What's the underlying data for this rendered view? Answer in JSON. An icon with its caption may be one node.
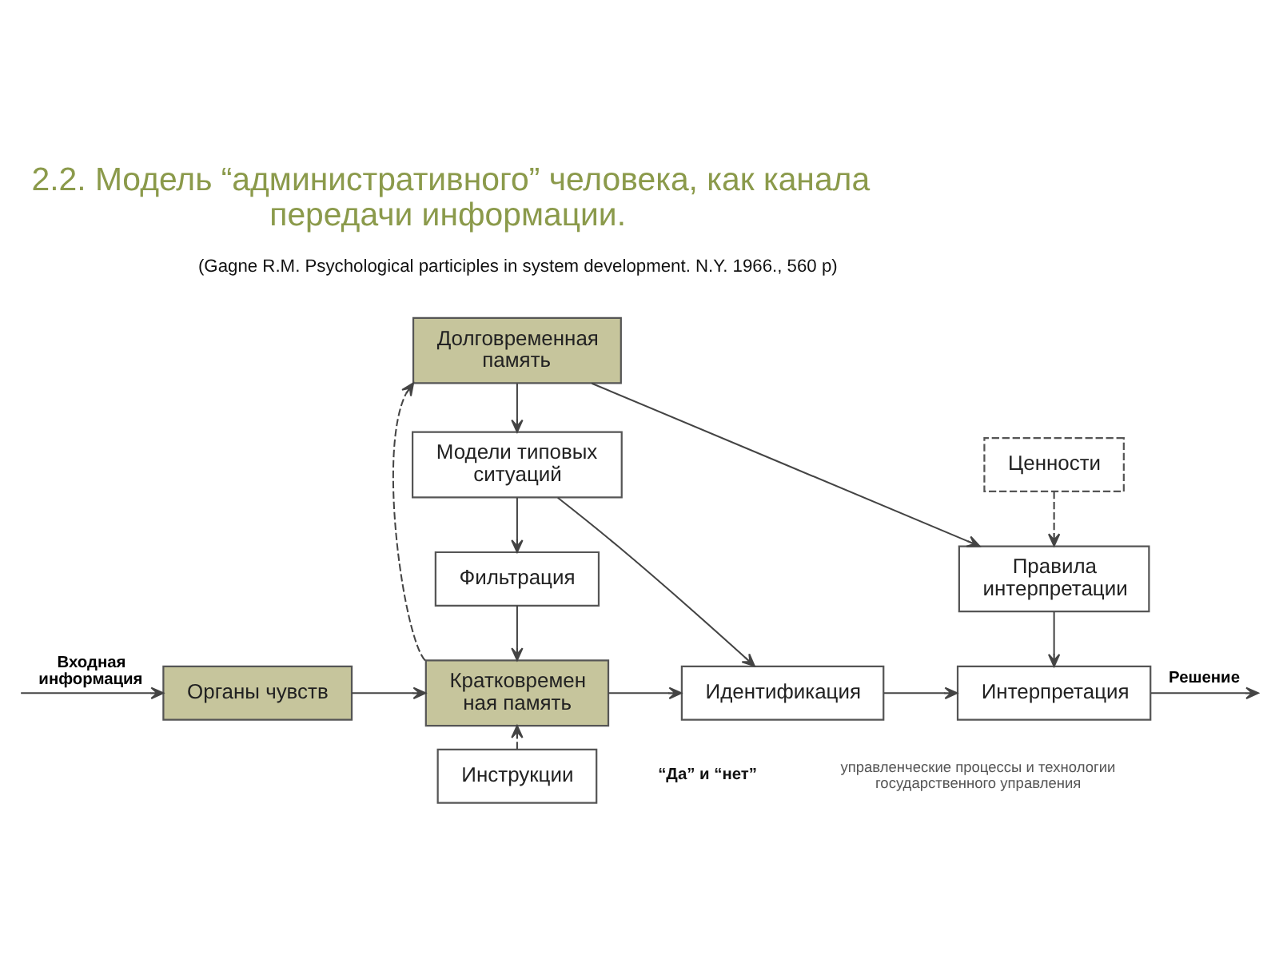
{
  "diagram": {
    "title": "2.2. Модель “административного” человека, как канала передачи информации.",
    "nodes": [
      {
        "text": [
          "Долговременная память"
        ]
      },
      {
        "text": [
          "Ценности"
        ]
      },
      {
        "text": [
          "Модели типовых ситуаций"
        ]
      },
      {
        "text": [
          "Правила интерпретации"
        ]
      },
      {
        "text": [
          "Фильтрация"
        ]
      },
      {
        "text": [
          "Органы чувств"
        ]
      },
      {
        "text": [
          "Кратковремен ная память"
        ]
      },
      {
        "text": [
          "Идентификация"
        ]
      },
      {
        "text": [
          "Интерпретация"
        ]
      },
      {
        "text": [
          "Инструкции"
        ]
      }
    ],
    "edges": [
      {
        "from": 0,
        "to": 2,
        "arrow": "to"
      },
      {
        "from": 0,
        "to": 3,
        "arrow": "to"
      },
      {
        "from": 1,
        "to": 3,
        "arrow": "to",
        "style": "dashed"
      },
      {
        "from": 2,
        "to": 4,
        "arrow": "to"
      },
      {
        "from": 2,
        "to": 7,
        "arrow": "to"
      },
      {
        "from": 3,
        "to": 8,
        "arrow": "to"
      },
      {
        "from": 4,
        "to": 6,
        "arrow": "to"
      },
      {
        "from": 6,
        "to": 0,
        "arrow": "to",
        "style": "dashed"
      },
      {
        "from": null,
        "to": 5,
        "arrow": "to",
        "label": "Входная информация"
      },
      {
        "from": 5,
        "to": 6,
        "arrow": "to"
      },
      {
        "from": 6,
        "to": 7,
        "arrow": "to"
      },
      {
        "from": 7,
        "to": 8,
        "arrow": "to"
      },
      {
        "from": 8,
        "to": null,
        "arrow": "to",
        "label": "Решение"
      },
      {
        "from": 9,
        "to": 6,
        "arrow": "to",
        "style": "dashed"
      }
    ],
    "labels": [
      "(Gagne R.M. Psychological participles in system development. N.Y. 1966., 560 p)",
      "“Да” и “нет”",
      "управленческие процессы и технологии государственного управления"
    ]
  }
}
